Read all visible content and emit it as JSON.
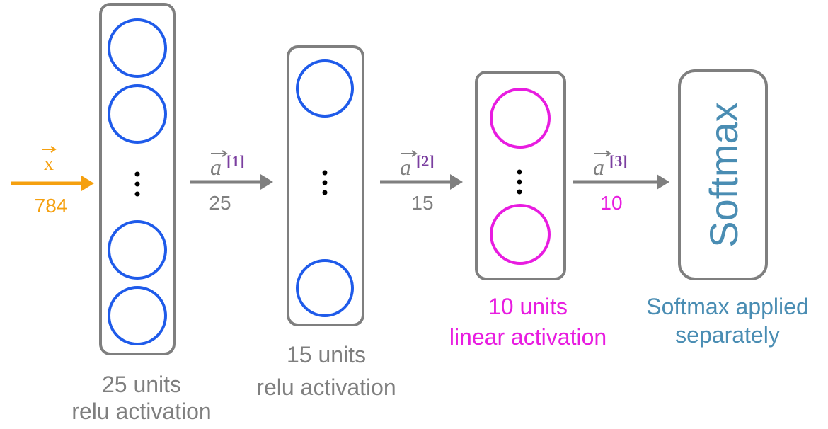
{
  "input": {
    "vector_label": "x",
    "dimension": "784"
  },
  "layers": [
    {
      "units_text": "25 units",
      "activation_text": "relu activation"
    },
    {
      "units_text": "15 units",
      "activation_text": "relu activation"
    },
    {
      "units_text": "10 units",
      "activation_text": "linear activation"
    }
  ],
  "connections": [
    {
      "vector_letter": "a",
      "superscript": "[1]",
      "dimension": "25"
    },
    {
      "vector_letter": "a",
      "superscript": "[2]",
      "dimension": "15"
    },
    {
      "vector_letter": "a",
      "superscript": "[3]",
      "dimension": "10"
    }
  ],
  "softmax": {
    "box_label": "Softmax",
    "caption_line1": "Softmax applied",
    "caption_line2": "separately"
  },
  "colors": {
    "input": "#f5a00f",
    "gray_text": "#7f7f7f",
    "box_stroke": "#7f7f7f",
    "neuron_relu": "#1f5bea",
    "neuron_linear": "#e81ce0",
    "superscript": "#7b3fa0",
    "softmax": "#4a8db3"
  }
}
